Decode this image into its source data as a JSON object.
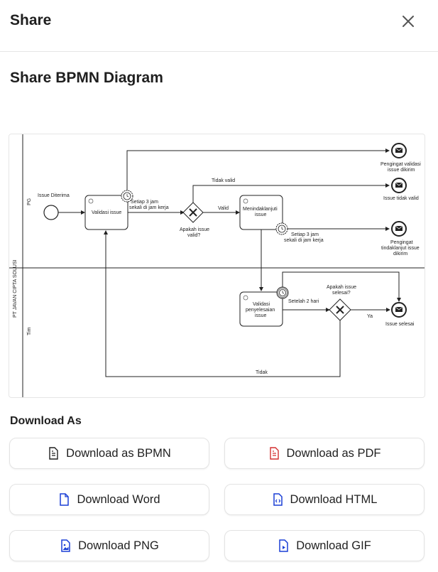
{
  "header": {
    "title": "Share",
    "close_icon": "close-icon"
  },
  "section_title": "Share BPMN Diagram",
  "diagram": {
    "pool_label": "PT JAVAN CIPTA SOLUSI",
    "lanes": [
      "PG",
      "Tim"
    ],
    "start_event_label": "Issue Diterima",
    "tasks": {
      "validasi": "Validasi issue",
      "menindaklanjuti": [
        "Menindaklanjuti",
        "issue"
      ],
      "validasi_penyelesaian": [
        "Validasi",
        "penyelesaian",
        "issue"
      ]
    },
    "timers": {
      "t1": [
        "Setiap 3 jam",
        "sekali di jam kerja"
      ],
      "t2": [
        "Setiap 3 jam",
        "sekali di jam kerja"
      ],
      "t3": "Setelah 2 hari"
    },
    "gateways": {
      "g1": [
        "Apakah issue",
        "valid?"
      ],
      "g2": [
        "Apakah issue",
        "selesai?"
      ]
    },
    "flows": {
      "tidak_valid": "Tidak valid",
      "valid": "Valid",
      "ya": "Ya",
      "tidak": "Tidak"
    },
    "end_events": {
      "e1": [
        "Pengingat validasi",
        "issue dikirim"
      ],
      "e2": "Issue tidak valid",
      "e3": [
        "Pengingat",
        "tindaklanjut issue",
        "dikirim"
      ],
      "e4": "Issue selesai"
    }
  },
  "download": {
    "label": "Download As",
    "buttons": [
      {
        "label": "Download as BPMN",
        "icon": "document-icon",
        "color": "#1f1f1f"
      },
      {
        "label": "Download as PDF",
        "icon": "pdf-icon",
        "color": "#d32f2f"
      },
      {
        "label": "Download Word",
        "icon": "word-file-icon",
        "color": "#1a3fd6"
      },
      {
        "label": "Download HTML",
        "icon": "html-file-icon",
        "color": "#1a3fd6"
      },
      {
        "label": "Download PNG",
        "icon": "image-file-icon",
        "color": "#1a3fd6"
      },
      {
        "label": "Download GIF",
        "icon": "gif-file-icon",
        "color": "#1a3fd6"
      }
    ]
  }
}
